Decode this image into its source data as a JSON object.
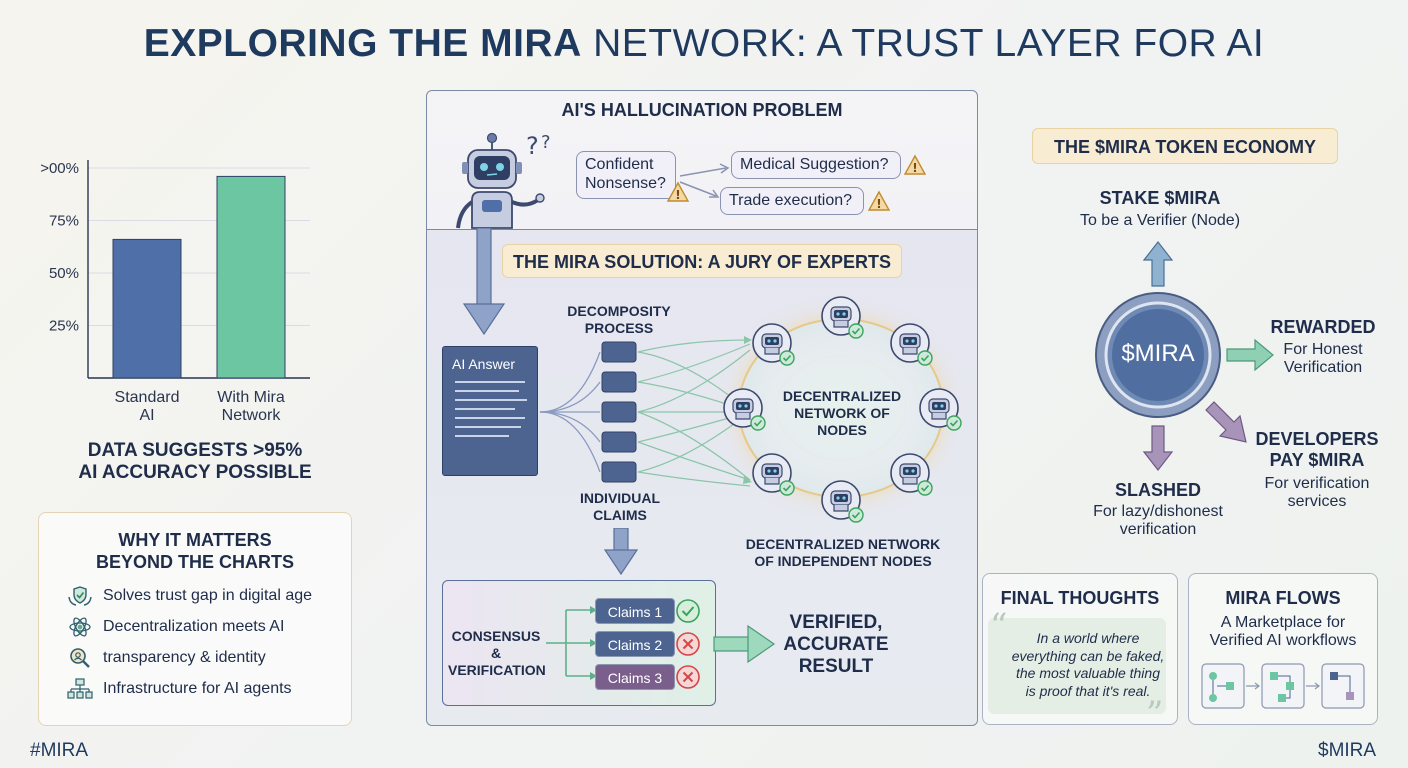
{
  "title": {
    "bold": "EXPLORING THE MIRA",
    "rest": " NETWORK: A TRUST LAYER FOR AI"
  },
  "corners": {
    "left": "#MIRA",
    "right": "$MIRA"
  },
  "chart_data": {
    "type": "bar",
    "categories": [
      "Standard AI",
      "With Mira Network"
    ],
    "category_lines": [
      [
        "Standard",
        "AI"
      ],
      [
        "With Mira",
        "Network"
      ]
    ],
    "values": [
      66,
      96
    ],
    "ylim": [
      0,
      100
    ],
    "yticks": [
      {
        "value": 25,
        "label": "25%"
      },
      {
        "value": 50,
        "label": "50%"
      },
      {
        "value": 75,
        "label": "75%"
      },
      {
        "value": 100,
        "label": ">00%"
      }
    ],
    "colors": [
      "#4f6fa8",
      "#6cc6a2"
    ],
    "title": "",
    "xlabel": "",
    "ylabel": ""
  },
  "chart_caption": {
    "line1": "DATA SUGGESTS >95%",
    "line2": "AI ACCURACY POSSIBLE"
  },
  "why": {
    "title_line1": "WHY IT MATTERS",
    "title_line2": "BEYOND THE CHARTS",
    "items": [
      {
        "icon": "shield-hands-icon",
        "text": "Solves trust gap in digital age"
      },
      {
        "icon": "atom-gear-icon",
        "text": "Decentralization meets AI"
      },
      {
        "icon": "magnifier-icon",
        "text": "transparency & identity"
      },
      {
        "icon": "network-tree-icon",
        "text": "Infrastructure for AI agents"
      }
    ]
  },
  "problem": {
    "title": "AI'S HALLUCINATION PROBLEM",
    "bubble_line1": "Confident",
    "bubble_line2": "Nonsense?",
    "medical": "Medical Suggestion?",
    "trade": "Trade execution?"
  },
  "solution": {
    "banner": "THE MIRA SOLUTION: A JURY OF EXPERTS",
    "decompose_line1": "DECOMPOSITY",
    "decompose_line2": "PROCESS",
    "answer_label": "AI Answer",
    "individual_line1": "INDIVIDUAL",
    "individual_line2": "CLAIMS",
    "network_center": [
      "DECENTRALIZED",
      "NETWORK OF",
      "NODES"
    ],
    "network_caption_line1": "DECENTRALIZED NETWORK",
    "network_caption_line2": "OF INDEPENDENT NODES",
    "consensus_line1": "CONSENSUS &",
    "consensus_line2": "VERIFICATION",
    "claims": [
      "Claims 1",
      "Claims 2",
      "Claims 3"
    ],
    "result": [
      "VERIFIED,",
      "ACCURATE",
      "RESULT"
    ]
  },
  "token": {
    "banner": "THE $MIRA TOKEN ECONOMY",
    "coin": "$MIRA",
    "stake_title": "STAKE $MIRA",
    "stake_sub": "To be a Verifier (Node)",
    "reward_title": "REWARDED",
    "reward_sub_line1": "For Honest",
    "reward_sub_line2": "Verification",
    "slash_title": "SLASHED",
    "slash_sub_line1": "For lazy/dishonest",
    "slash_sub_line2": "verification",
    "dev_title_line1": "DEVELOPERS",
    "dev_title_line2": "PAY $MIRA",
    "dev_sub_line1": "For verification",
    "dev_sub_line2": "services"
  },
  "final": {
    "title": "FINAL THOUGHTS",
    "quote_lines": [
      "In a world where",
      "everything can be faked,",
      "the most valuable thing",
      "is proof that it's real."
    ]
  },
  "flows": {
    "title": "MIRA FLOWS",
    "sub_line1": "A Marketplace for",
    "sub_line2": "Verified AI workflows"
  },
  "colors": {
    "navy": "#1f3a5f",
    "bar_blue": "#4f6fa8",
    "bar_green": "#6cc6a2",
    "banner_bg": "#f8ecd2",
    "check_green": "#3aa45a",
    "cross_red": "#d64545"
  }
}
